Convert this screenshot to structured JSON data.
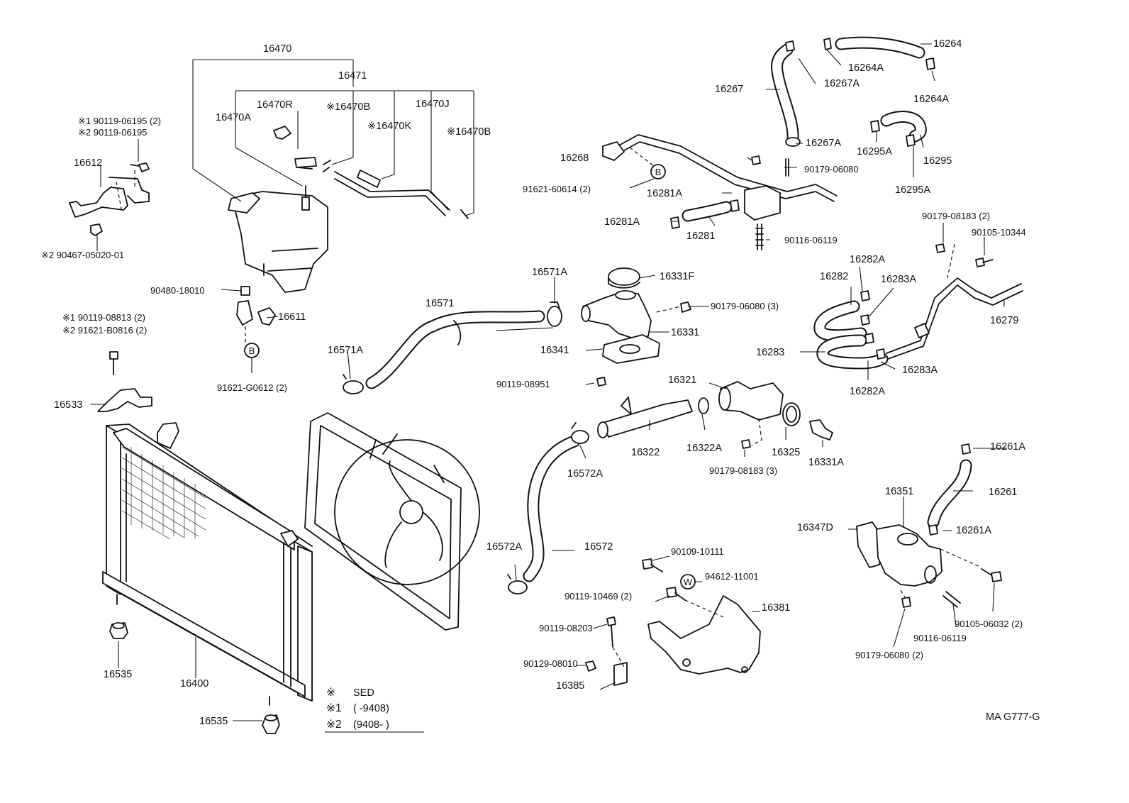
{
  "diagram_code": "MA G777-G",
  "legend": {
    "mark": "※",
    "sed": "SED",
    "mark1": "※1",
    "range1": "(        -9408)",
    "mark2": "※2",
    "range2": "(9408-          )"
  },
  "circle_marks": {
    "b": "B",
    "w": "W"
  },
  "labels": {
    "p16470": "16470",
    "p16471": "16471",
    "p16470R": "16470R",
    "p16470B_1": "※16470B",
    "p16470J": "16470J",
    "p16470A": "16470A",
    "p16470K": "※16470K",
    "p16470B_2": "※16470B",
    "p90119_06195_a": "※1  90119-06195 (2)",
    "p90119_06195_b": "※2  90119-06195",
    "p16612": "16612",
    "p90467": "※2  90467-05020-01",
    "p90480": "90480-18010",
    "p16611": "16611",
    "p90119_08813": "※1 90119-08813 (2)",
    "p91621_B0816": "※2 91621-B0816 (2)",
    "p91621_G0612": "91621-G0612 (2)",
    "p16533": "16533",
    "p16535_a": "16535",
    "p16400": "16400",
    "p16535_b": "16535",
    "p16264": "16264",
    "p16264A_1": "16264A",
    "p16264A_2": "16264A",
    "p16267": "16267",
    "p16267A_1": "16267A",
    "p16267A_2": "16267A",
    "p16268": "16268",
    "p90179_06080_a": "90179-06080",
    "p91621_60614": "91621-60614 (2)",
    "p16281A_1": "16281A",
    "p16281A_2": "16281A",
    "p16281": "16281",
    "p90116_06119_a": "90116-06119",
    "p16295A_1": "16295A",
    "p16295": "16295",
    "p16295A_2": "16295A",
    "p90179_08183_a": "90179-08183 (2)",
    "p90105_10344": "90105-10344",
    "p16282A_1": "16282A",
    "p16282": "16282",
    "p16283A_1": "16283A",
    "p16279": "16279",
    "p16283": "16283",
    "p16283A_2": "16283A",
    "p16282A_2": "16282A",
    "p16571A_1": "16571A",
    "p16331F": "16331F",
    "p16571": "16571",
    "p90179_06080_b": "90179-06080 (3)",
    "p16331": "16331",
    "p16341": "16341",
    "p16571A_2": "16571A",
    "p90119_08951": "90119-08951",
    "p16321": "16321",
    "p16322": "16322",
    "p16322A": "16322A",
    "p16325": "16325",
    "p16331A": "16331A",
    "p90179_08183_b": "90179-08183 (3)",
    "p16572A_1": "16572A",
    "p16261A_1": "16261A",
    "p16261": "16261",
    "p16351": "16351",
    "p16347D": "16347D",
    "p16261A_2": "16261A",
    "p16572A_2": "16572A",
    "p16572": "16572",
    "p90109_10111": "90109-10111",
    "p94612": "94612-11001",
    "p90119_10469": "90119-10469 (2)",
    "p16381": "16381",
    "p90119_08203": "90119-08203",
    "p90129_08010": "90129-08010",
    "p16385": "16385",
    "p90105_06032": "90105-06032 (2)",
    "p90116_06119_b": "90116-06119",
    "p90179_06080_c": "90179-06080 (2)"
  }
}
